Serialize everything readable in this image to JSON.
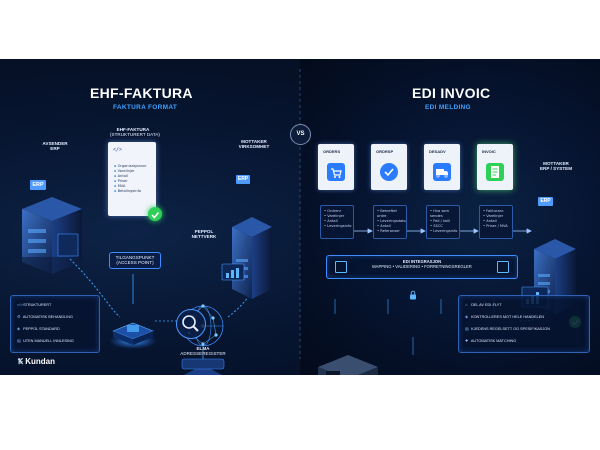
{
  "left": {
    "title": "EHF-FAKTURA",
    "subtitle": "FAKTURA FORMAT",
    "sender": {
      "line1": "AVSENDER",
      "line2": "ERP",
      "badge": "ERP"
    },
    "document": {
      "line1": "EHF-FAKTURA",
      "line2": "(STRUKTURERT DATA)",
      "fields": [
        "Organisasjonsnr",
        "Varelinjer",
        "Antall",
        "Priser",
        "MVA",
        "Betalingsinfo"
      ]
    },
    "access_point": {
      "line1": "TILGANGSPUNKT",
      "line2": "(ACCESS POINT)"
    },
    "peppol": {
      "line1": "PEPPOL",
      "line2": "NETTVERK"
    },
    "receiver": {
      "line1": "MOTTAKER",
      "line2": "VIRKSOMHET",
      "badge": "ERP"
    },
    "registry": {
      "line1": "ELMA",
      "line2": "ADRESSEREGISTER"
    },
    "features": [
      "STRUKTURERT",
      "AUTOMATISK BEHANDLING",
      "PEPPOL STANDARD",
      "UTEN MANUELL INNLESING"
    ]
  },
  "vs_label": "VS",
  "right": {
    "title": "EDI INVOIC",
    "subtitle": "EDI MELDING",
    "steps": [
      {
        "label": "ORDERS",
        "items": [
          "Ordrenr",
          "Varelinjer",
          "Antall",
          "Leveringsinfo"
        ]
      },
      {
        "label": "ORDRSP",
        "items": [
          "Bekreftet ordre",
          "Leveringsdato",
          "Antall",
          "Referanser"
        ]
      },
      {
        "label": "DESADV",
        "items": [
          "Hva som sendes",
          "Pall / kolli",
          "SSCC",
          "Leveringsinfo"
        ]
      },
      {
        "label": "INVOIC",
        "items": [
          "Fakturanr.",
          "Varelinjer",
          "Antall",
          "Priser / MVA"
        ]
      }
    ],
    "receiver": {
      "line1": "MOTTAKER",
      "line2": "ERP / SYSTEM",
      "badge": "ERP"
    },
    "integration": {
      "line1": "EDI INTEGRASJON",
      "line2": "MAPPING • VALIDERING • FORRETNINGSREGLER"
    },
    "features": [
      "DEL AV EDI-FLYT",
      "KONTROLLERES MOT HELE HANDELEN",
      "KJEDENS REGELSETT OG SPESIFIKASJON",
      "AUTOMATISK MATCHING"
    ]
  },
  "brand": "Kundan",
  "colors": {
    "accent": "#3ea2ff",
    "green": "#2fd05a",
    "bg": "#071530"
  }
}
